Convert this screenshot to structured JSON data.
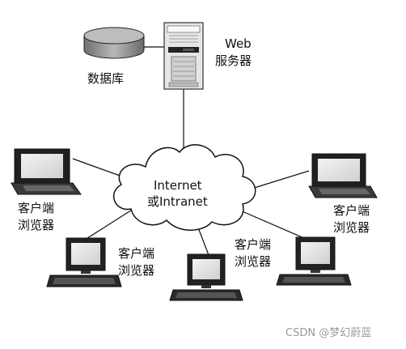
{
  "db_label": "数据库",
  "server_label": {
    "line1": "Web",
    "line2": "服务器"
  },
  "cloud_label": {
    "line1": "Internet",
    "line2": "或Intranet"
  },
  "client_line1": "客户端",
  "client_line2": "浏览器",
  "watermark": "CSDN @梦幻蔚蓝"
}
